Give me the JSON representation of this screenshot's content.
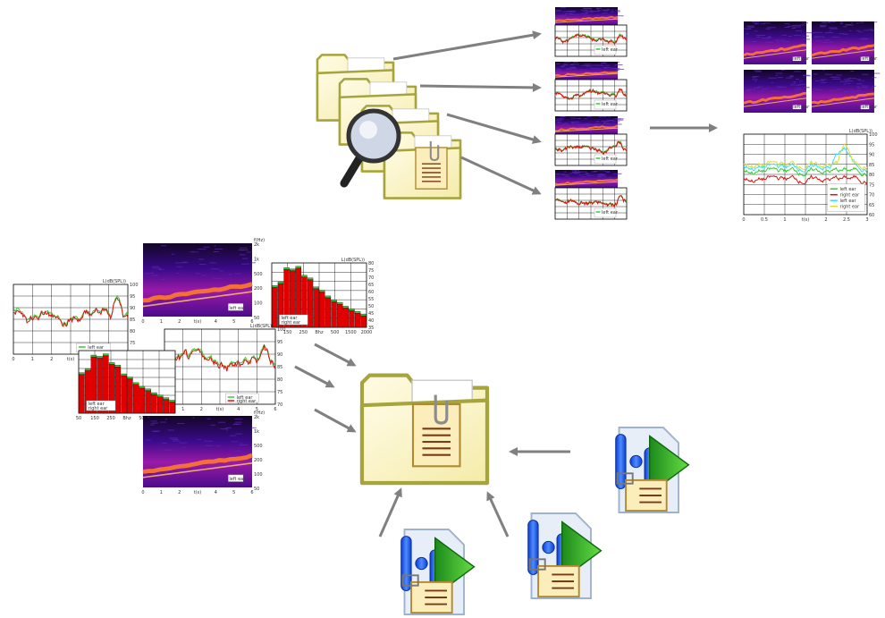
{
  "colors": {
    "arrow": "#808080",
    "folder_fill": "#fbf6d2",
    "folder_edge": "#a6a43c",
    "spectrogram_base": "#2a0860",
    "spectrogram_band": "#ff7a2a",
    "bar_fill": "#e00000",
    "bar_overlay": "#33cc33",
    "line_left": "#33cc33",
    "line_right": "#dd1111",
    "line_left2": "#33ddff",
    "line_right2": "#dddd33"
  },
  "icons": [
    "folder-stack-icon",
    "magnifier-icon",
    "document-icon",
    "folder-icon",
    "paperclip-icon",
    "audio-file-icon",
    "play-icon",
    "arrow-icon"
  ],
  "charts": {
    "level_axis_label": "L(dB(SPL))",
    "freq_label": "f(Hz)",
    "legend_left_ear": "left ear",
    "legend_right_ear": "right ear",
    "spectro_label": "left ear",
    "big_y_ticks": [
      "100",
      "95",
      "90",
      "85",
      "80",
      "75",
      "70",
      "65",
      "60"
    ],
    "big_x_ticks": [
      "0",
      "0.5",
      "1",
      "t(s)",
      "2",
      "2.5",
      "3"
    ],
    "small_y_ticks": [
      "100",
      "95",
      "90",
      "85",
      "80",
      "75",
      "70"
    ],
    "small_x_ticks": [
      "0",
      "1",
      "2",
      "t(s)",
      "4",
      "5",
      "6"
    ],
    "spec_y_ticks": [
      "2k",
      "1k",
      "500",
      "200",
      "100",
      "50"
    ],
    "bar_x_ticks": [
      "50",
      "150",
      "250",
      "Bhz",
      "500",
      "1500",
      "2000"
    ],
    "bar_y_ticks": [
      "80",
      "75",
      "70",
      "65",
      "60",
      "55",
      "50",
      "45",
      "40",
      "35"
    ]
  }
}
